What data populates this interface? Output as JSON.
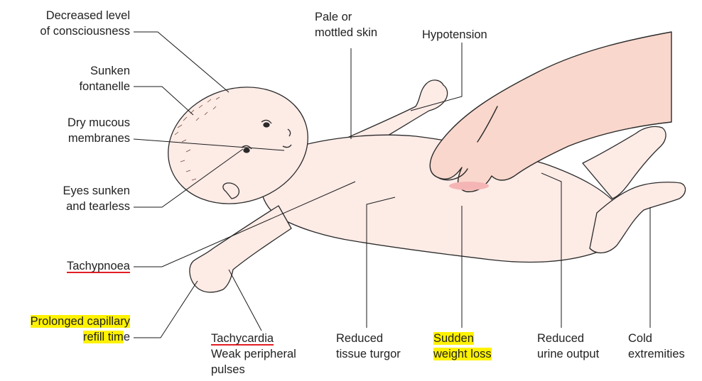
{
  "colors": {
    "skin": "#fdebe6",
    "hand_skin": "#f9d7cc",
    "outline": "#2a2a2a",
    "leader": "#1a1a1a",
    "highlight": "#fff200",
    "underline": "#e31e24"
  },
  "labels": {
    "consciousness": {
      "line1": "Decreased level",
      "line2": "of consciousness"
    },
    "fontanelle": {
      "line1": "Sunken",
      "line2": "fontanelle"
    },
    "mucous": {
      "line1": "Dry mucous",
      "line2": "membranes"
    },
    "eyes": {
      "line1": "Eyes sunken",
      "line2": "and tearless"
    },
    "tachypnoea": {
      "line1": "Tachypnoea"
    },
    "capillary": {
      "line1": "Prolonged capillary",
      "line2_hl": "refill tim",
      "line2_rest": "e"
    },
    "pale": {
      "line1": "Pale or",
      "line2": "mottled skin"
    },
    "hypotension": {
      "line1": "Hypotension"
    },
    "tachycardia": {
      "line1": "Tachycardia",
      "line2": "Weak peripheral",
      "line3": "pulses"
    },
    "turgor": {
      "line1": "Reduced",
      "line2": "tissue turgor"
    },
    "weight": {
      "line1": "Sudden",
      "line2": "weight loss"
    },
    "urine": {
      "line1": "Reduced",
      "line2": "urine output"
    },
    "cold": {
      "line1": "Cold",
      "line2": "extremities"
    }
  }
}
